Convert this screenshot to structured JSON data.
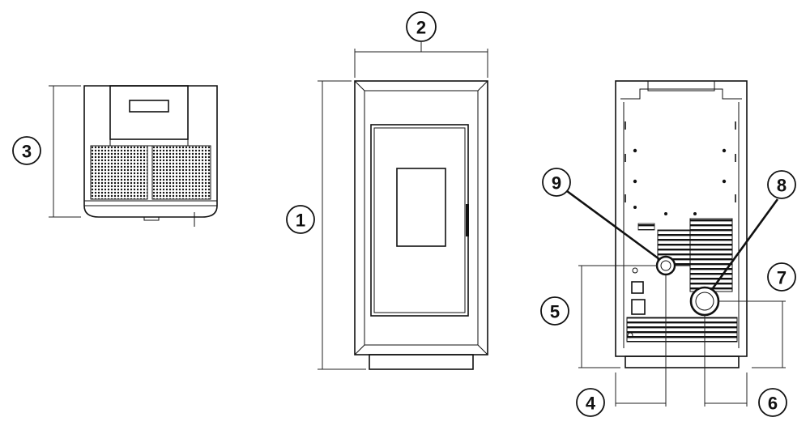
{
  "callouts": [
    "1",
    "2",
    "3",
    "4",
    "5",
    "6",
    "7",
    "8",
    "9"
  ],
  "views": [
    "top-view",
    "front-view",
    "rear-view"
  ]
}
